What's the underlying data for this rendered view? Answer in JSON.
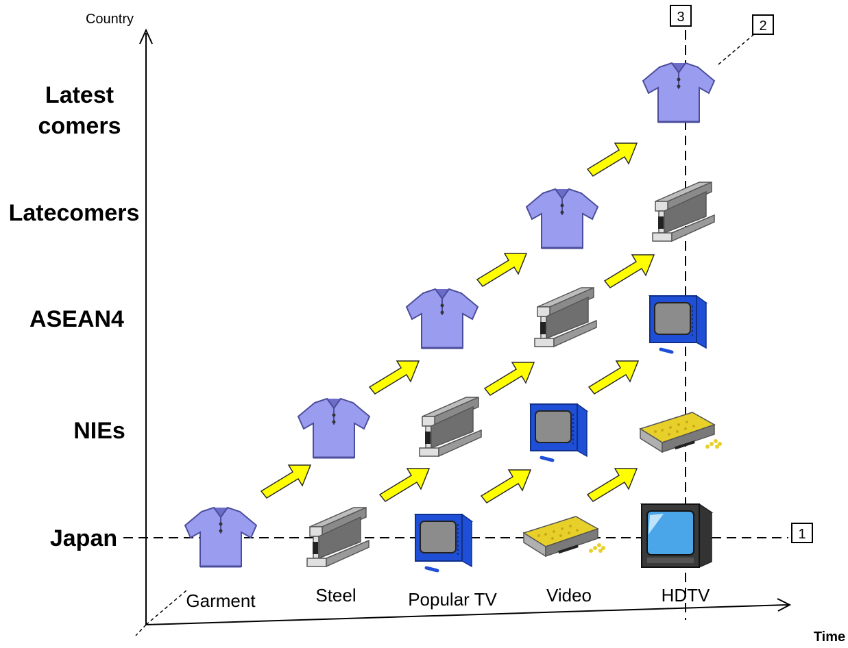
{
  "axes": {
    "y_label": "Country",
    "x_label": "Time"
  },
  "countries": [
    "Japan",
    "NIEs",
    "ASEAN4",
    "Latecomers",
    "Latest comers"
  ],
  "latest_comers_lines": [
    "Latest",
    "comers"
  ],
  "products": [
    "Garment",
    "Steel",
    "Popular TV",
    "Video",
    "HDTV"
  ],
  "markers": {
    "horizontal": "1",
    "diagonal": "2",
    "vertical": "3"
  },
  "icon_cells": [
    {
      "country": "Japan",
      "product": "Garment",
      "icon": "shirt-icon"
    },
    {
      "country": "Japan",
      "product": "Steel",
      "icon": "steel-beam-icon"
    },
    {
      "country": "Japan",
      "product": "Popular TV",
      "icon": "tv-icon"
    },
    {
      "country": "Japan",
      "product": "Video",
      "icon": "vcr-icon"
    },
    {
      "country": "Japan",
      "product": "HDTV",
      "icon": "hdtv-icon"
    },
    {
      "country": "NIEs",
      "product": "Garment",
      "icon": "shirt-icon"
    },
    {
      "country": "NIEs",
      "product": "Steel",
      "icon": "steel-beam-icon"
    },
    {
      "country": "NIEs",
      "product": "Popular TV",
      "icon": "tv-icon"
    },
    {
      "country": "NIEs",
      "product": "Video",
      "icon": "vcr-icon"
    },
    {
      "country": "ASEAN4",
      "product": "Garment",
      "icon": "shirt-icon"
    },
    {
      "country": "ASEAN4",
      "product": "Steel",
      "icon": "steel-beam-icon"
    },
    {
      "country": "ASEAN4",
      "product": "Popular TV",
      "icon": "tv-icon"
    },
    {
      "country": "Latecomers",
      "product": "Garment",
      "icon": "shirt-icon"
    },
    {
      "country": "Latecomers",
      "product": "Steel",
      "icon": "steel-beam-icon"
    },
    {
      "country": "Latest comers",
      "product": "Garment",
      "icon": "shirt-icon"
    }
  ],
  "colors": {
    "shirt": "#9a9cf0",
    "shirt_dark": "#6b6dc8",
    "steel": "#9a9a9a",
    "tv_blue": "#1f4fd6",
    "tv_screen": "#8c8c8c",
    "vcr_yellow": "#e8d02a",
    "arrow": "#ffff00",
    "hdtv_screen": "#4aa6e8"
  }
}
